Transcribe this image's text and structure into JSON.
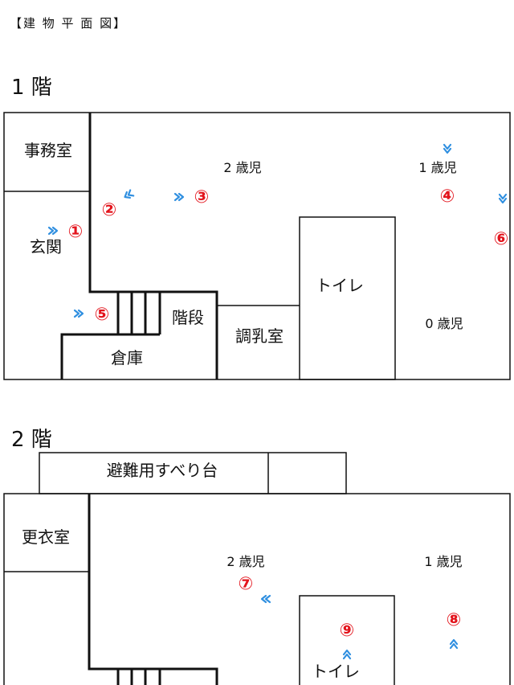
{
  "header": {
    "title": "【建 物 平 面 図】"
  },
  "floors": [
    {
      "label": "1 階",
      "rooms": {
        "office": "事務室",
        "entrance": "玄関",
        "stairs": "階段",
        "storage": "倉庫",
        "nursing": "調乳室",
        "toilet": "トイレ",
        "age2": "2 歳児",
        "age1": "1 歳児",
        "age0": "0 歳児"
      },
      "markers": [
        "①",
        "②",
        "③",
        "④",
        "⑤",
        "⑥"
      ]
    },
    {
      "label": "2 階",
      "rooms": {
        "slide": "避難用すべり台",
        "changing": "更衣室",
        "age2": "2 歳児",
        "age1": "1 歳児",
        "toilet": "トイレ"
      },
      "markers": [
        "⑦",
        "⑧",
        "⑨"
      ]
    }
  ],
  "colors": {
    "marker": "#e3141c",
    "arrow": "#2f8fe0",
    "wall": "#111111"
  }
}
